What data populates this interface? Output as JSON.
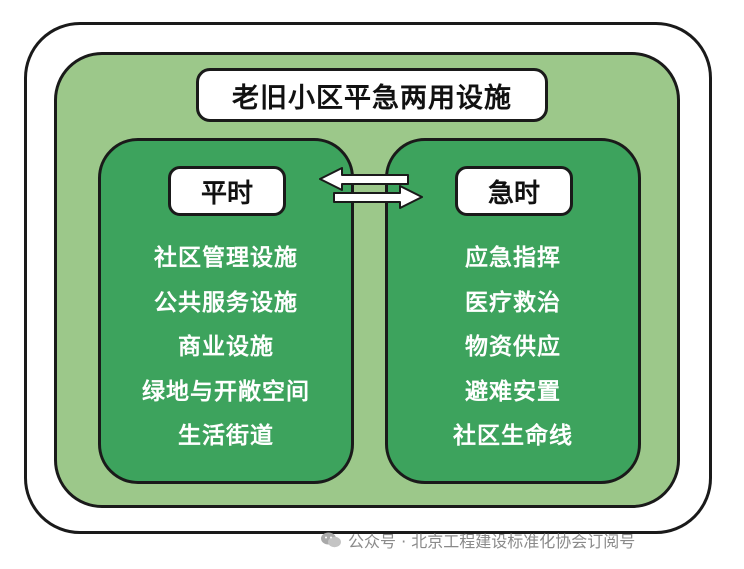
{
  "title": "老旧小区平急两用设施",
  "normal": {
    "heading": "平时",
    "items": [
      "社区管理设施",
      "公共服务设施",
      "商业设施",
      "绿地与开敞空间",
      "生活街道"
    ]
  },
  "emergency": {
    "heading": "急时",
    "items": [
      "应急指挥",
      "医疗救治",
      "物资供应",
      "避难安置",
      "社区生命线"
    ]
  },
  "watermark": "公众号 · 北京工程建设标准化协会订阅号",
  "colors": {
    "outer_fill": "#9cc88a",
    "panel_fill": "#3da35d",
    "stroke": "#1a1a1a"
  }
}
